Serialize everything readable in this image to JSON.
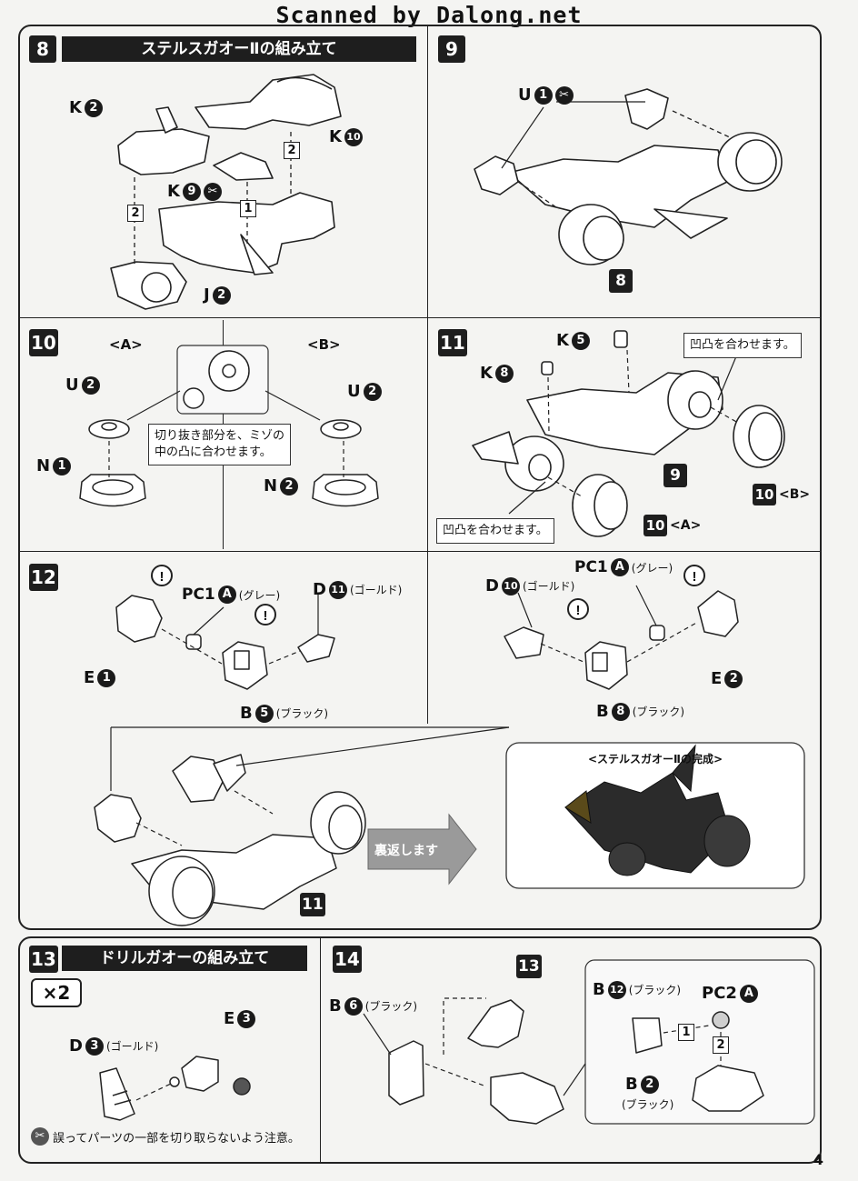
{
  "watermark": "Scanned by Dalong.net",
  "page_number": "4",
  "steps": {
    "s8": {
      "num": "8",
      "title": "ステルスガオーⅡの組み立て"
    },
    "s9": {
      "num": "9"
    },
    "s10": {
      "num": "10",
      "group_a": "<A>",
      "group_b": "<B>",
      "callout": "切り抜き部分を、ミゾの\n中の凸に合わせます。"
    },
    "s11": {
      "num": "11",
      "callout1": "凹凸を合わせます。",
      "callout2": "凹凸を合わせます。",
      "ref_a": "<A>",
      "ref_b": "<B>"
    },
    "s12": {
      "num": "12",
      "arrow_text": "裏返します",
      "complete_label": "<ステルスガオーⅡの完成>"
    },
    "s13": {
      "num": "13",
      "title": "ドリルガオーの組み立て",
      "multiplier": "×2",
      "caution": "誤ってパーツの一部を切り取らないよう注意。"
    },
    "s14": {
      "num": "14"
    }
  },
  "labels": {
    "k2": {
      "letter": "K",
      "n": "2"
    },
    "k10": {
      "letter": "K",
      "n": "10"
    },
    "k9": {
      "letter": "K",
      "n": "9"
    },
    "j2": {
      "letter": "J",
      "n": "2"
    },
    "u1": {
      "letter": "U",
      "n": "1"
    },
    "u2a": {
      "letter": "U",
      "n": "2"
    },
    "u2b": {
      "letter": "U",
      "n": "2"
    },
    "n1": {
      "letter": "N",
      "n": "1"
    },
    "n2": {
      "letter": "N",
      "n": "2"
    },
    "k5": {
      "letter": "K",
      "n": "5"
    },
    "k8": {
      "letter": "K",
      "n": "8"
    },
    "pc1a": {
      "letter": "PC1",
      "n": "A",
      "note": "(グレー)"
    },
    "d11": {
      "letter": "D",
      "n": "11",
      "note": "(ゴールド)"
    },
    "e1": {
      "letter": "E",
      "n": "1"
    },
    "b5": {
      "letter": "B",
      "n": "5",
      "note": "(ブラック)"
    },
    "d10": {
      "letter": "D",
      "n": "10",
      "note": "(ゴールド)"
    },
    "pc1b": {
      "letter": "PC1",
      "n": "A",
      "note": "(グレー)"
    },
    "e2": {
      "letter": "E",
      "n": "2"
    },
    "b8": {
      "letter": "B",
      "n": "8",
      "note": "(ブラック)"
    },
    "e3": {
      "letter": "E",
      "n": "3"
    },
    "d3": {
      "letter": "D",
      "n": "3",
      "note": "(ゴールド)"
    },
    "b6": {
      "letter": "B",
      "n": "6",
      "note": "(ブラック)"
    },
    "b12": {
      "letter": "B",
      "n": "12",
      "note": "(ブラック)"
    },
    "pc2a": {
      "letter": "PC2",
      "n": "A"
    },
    "b2": {
      "letter": "B",
      "n": "2",
      "note": "(ブラック)"
    }
  },
  "assembly_refs": {
    "r8": "8",
    "r9": "9",
    "r10a": "10",
    "r10b": "10",
    "r11": "11",
    "r13": "13"
  },
  "order_marks": {
    "one": "1",
    "two": "2"
  }
}
